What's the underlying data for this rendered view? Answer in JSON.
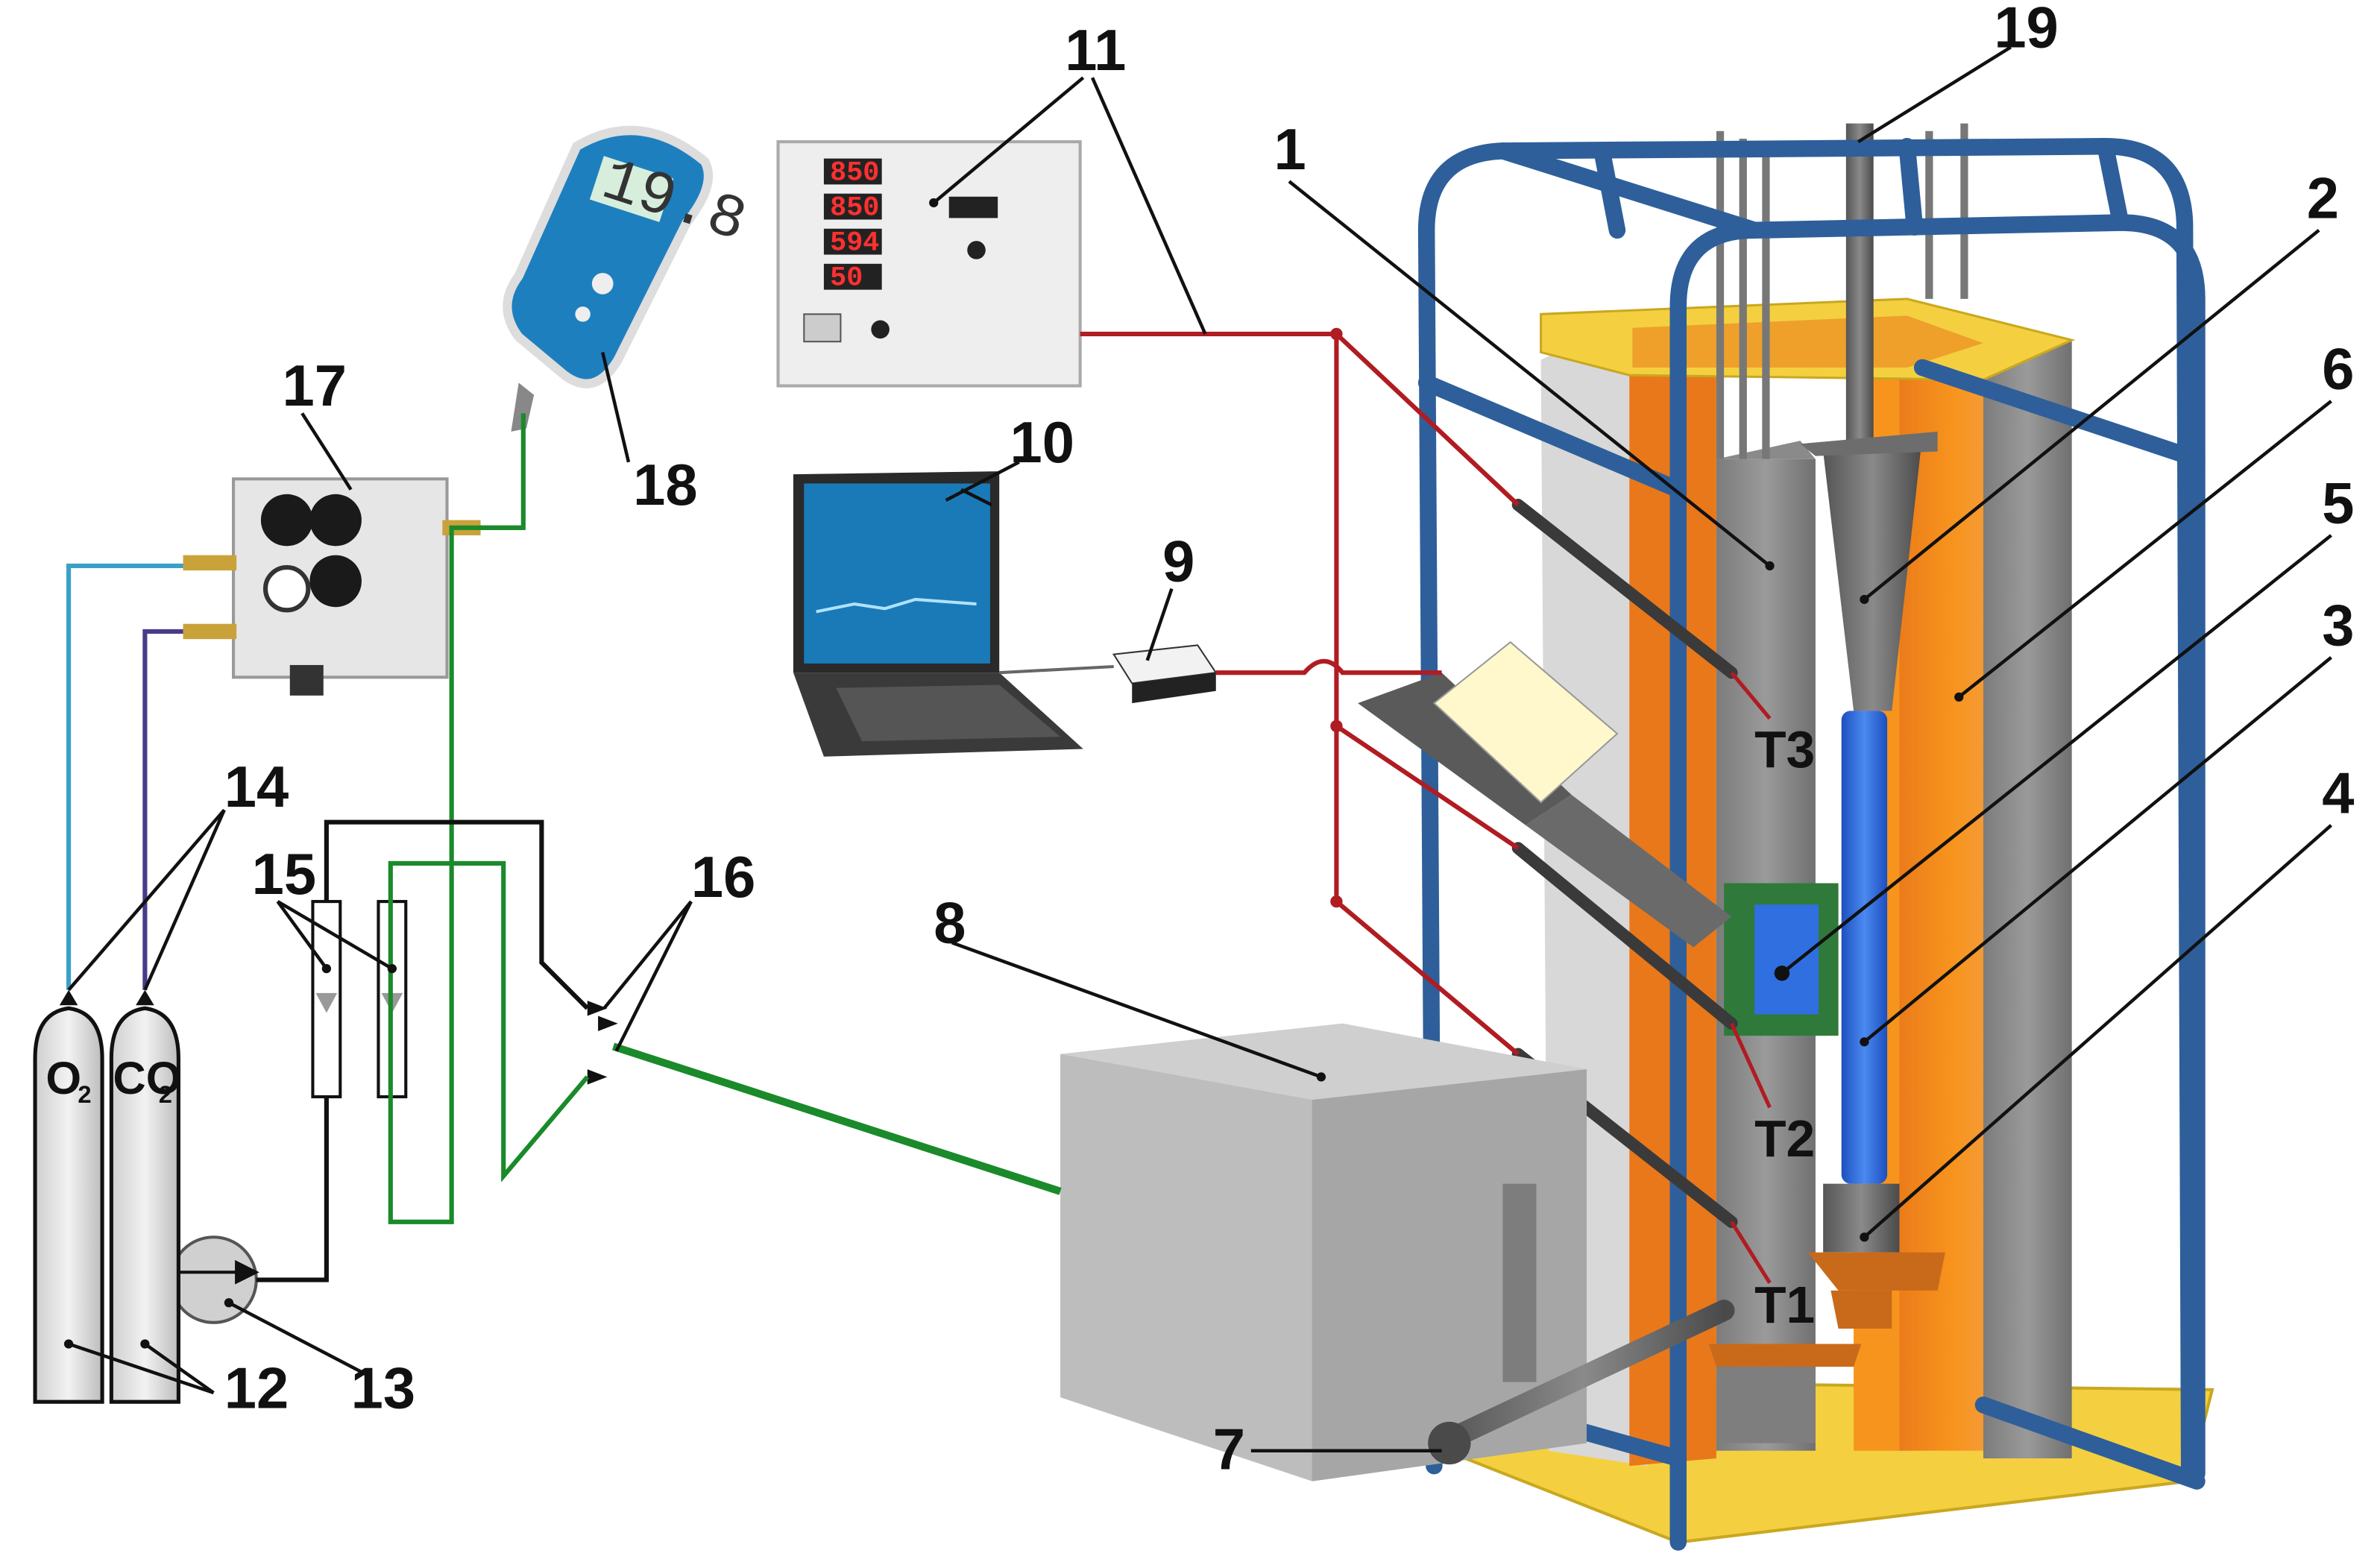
{
  "figure": {
    "callouts": [
      {
        "id": "1",
        "text": "1"
      },
      {
        "id": "2",
        "text": "2"
      },
      {
        "id": "3",
        "text": "3"
      },
      {
        "id": "4",
        "text": "4"
      },
      {
        "id": "5",
        "text": "5"
      },
      {
        "id": "6",
        "text": "6"
      },
      {
        "id": "7",
        "text": "7"
      },
      {
        "id": "8",
        "text": "8"
      },
      {
        "id": "9",
        "text": "9"
      },
      {
        "id": "10",
        "text": "10"
      },
      {
        "id": "11",
        "text": "11"
      },
      {
        "id": "12",
        "text": "12"
      },
      {
        "id": "13",
        "text": "13"
      },
      {
        "id": "14",
        "text": "14"
      },
      {
        "id": "15",
        "text": "15"
      },
      {
        "id": "16",
        "text": "16"
      },
      {
        "id": "17",
        "text": "17"
      },
      {
        "id": "18",
        "text": "18"
      },
      {
        "id": "19",
        "text": "19"
      }
    ],
    "thermocouples": {
      "t1": "T1",
      "t2": "T2",
      "t3": "T3"
    },
    "cylinders": {
      "oxygen": {
        "main": "O",
        "sub": "2"
      },
      "co2": {
        "main": "CO",
        "sub": "2"
      }
    },
    "panel_readouts": [
      "850",
      "850",
      "594",
      "50"
    ],
    "meter_display": "19.8",
    "colors": {
      "frame": "#2e5f9a",
      "insulation": "#f7941d",
      "base": "#f5d547",
      "thermocouple_wire": "#b01c22",
      "gas_line_green": "#1a8a2a",
      "gas_line_blue": "#3aa0c8",
      "gas_line_purple": "#4a3a8a",
      "heater_tube": "#2f6fe0"
    },
    "icons": [
      "gas-cylinder-icon",
      "pump-icon",
      "rotameter-icon",
      "valve-icon",
      "laptop-icon",
      "data-logger-icon",
      "control-panel-icon",
      "gas-analyzer-icon",
      "pressure-regulator-icon"
    ]
  }
}
